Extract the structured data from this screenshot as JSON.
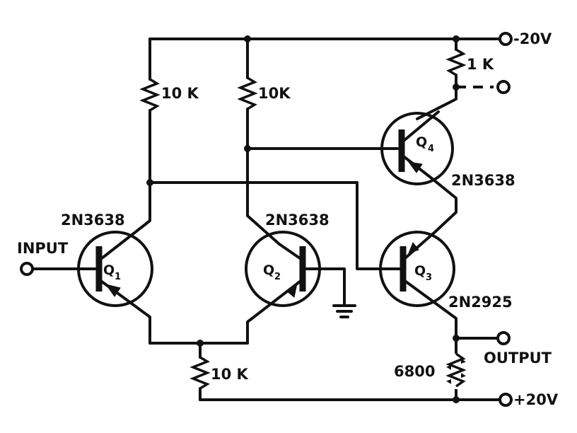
{
  "labels": {
    "supply_neg": "-20V",
    "supply_pos": "+20V",
    "input": "INPUT",
    "output": "OUTPUT",
    "r_q1_collector": "10 K",
    "r_q2_collector": "10K",
    "r_q4_emitter": "1 K",
    "r_tail": "10 K",
    "r_output": "6800",
    "q1_type": "2N3638",
    "q2_type": "2N3638",
    "q3_type": "2N2925",
    "q4_type": "2N3638",
    "q1_name": "Q",
    "q1_sub": "1",
    "q2_name": "Q",
    "q2_sub": "2",
    "q3_name": "Q",
    "q3_sub": "3",
    "q4_name": "Q",
    "q4_sub": "4"
  }
}
